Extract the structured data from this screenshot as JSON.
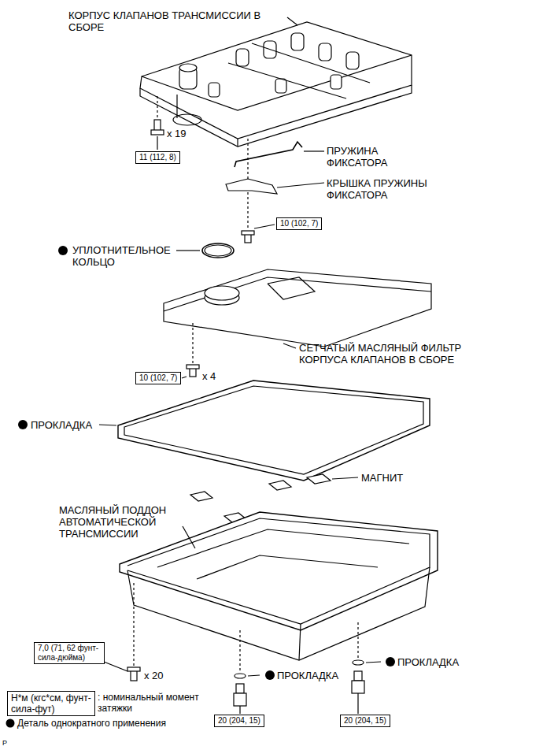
{
  "diagram": {
    "nodes": [
      {
        "text": [
          "11 (112, 8)"
        ]
      },
      {
        "text": [
          "10 (102, 7)"
        ]
      },
      {
        "text": [
          "10 (102, 7)"
        ]
      },
      {
        "text": [
          "7,0 (71, 62 фунт-сила-дюйма)"
        ]
      },
      {
        "text": [
          "20 (204, 15)"
        ]
      },
      {
        "text": [
          "20 (204, 15)"
        ]
      },
      {
        "text": [
          "Н*м (кгс*см, фунт-сила-фут)"
        ]
      }
    ],
    "labels": [
      "КОРПУС КЛАПАНОВ ТРАНСМИССИИ В СБОРЕ",
      "x 19",
      "ПРУЖИНА ФИКСАТОРА",
      "КРЫШКА ПРУЖИНЫ ФИКСАТОРА",
      "УПЛОТНИТЕЛЬНОЕ КОЛЬЦО",
      "СЕТЧАТЫЙ МАСЛЯНЫЙ ФИЛЬТР КОРПУСА КЛАПАНОВ В СБОРЕ",
      "x 4",
      "ПРОКЛАДКА",
      "МАГНИТ",
      "МАСЛЯНЫЙ ПОДДОН АВТОМАТИЧЕСКОЙ ТРАНСМИССИИ",
      "x 20",
      "ПРОКЛАДКА",
      "ПРОКЛАДКА",
      ": номинальный момент затяжки",
      "P"
    ],
    "legend": [
      {
        "text": "Деталь однократного применения"
      }
    ]
  }
}
